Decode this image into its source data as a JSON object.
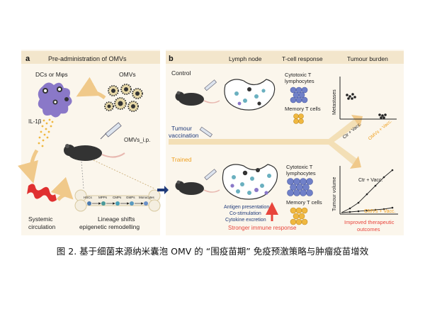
{
  "panel_a": {
    "letter": "a",
    "title": "Pre-administration of OMVs",
    "dcs_label": "DCs or Mφs",
    "omvs_label": "OMVs",
    "il_label": "IL-1β",
    "omvs_ip_label": "OMVs_i.p.",
    "systemic_label_1": "Systemic",
    "systemic_label_2": "circulation",
    "lineage_1": "Lineage shifts",
    "lineage_2": "epigenetic remodelling",
    "bone_stages": [
      "HSCs",
      "MPPs",
      "CMPs",
      "GMPs",
      "Monocytes"
    ]
  },
  "panel_b": {
    "letter": "b",
    "col_lymph": "Lymph node",
    "col_tcell": "T-cell response",
    "col_tumour": "Tumour burden",
    "control": "Control",
    "trained": "Trained",
    "tumour_vacc_1": "Tumour",
    "tumour_vacc_2": "vaccination",
    "cyto_1": "Cytotoxic T",
    "cyto_2": "lymphocytes",
    "memory": "Memory T cells",
    "antigen": "Antigen presentation",
    "costim": "Co-stimulation",
    "cytokine": "Cytokine excretion",
    "stronger": "Stronger immune response",
    "improved_1": "Improved therapeutic",
    "improved_2": "outcomes",
    "metastases_axis": "Metastases",
    "tumour_volume_axis": "Tumour volume",
    "ctr_vacc": "Ctr + Vacc.",
    "omvs_vacc": "OMVs + Vacc.",
    "ctr_vacc_line": "Ctr + Vacc.",
    "omvs_vacc_line": "OMVs + Vacc."
  },
  "colors": {
    "panel_bg": "#fbf6ec",
    "header_bg": "#f3e6cc",
    "arrow_orange": "#f0c98a",
    "red_text": "#e8453c",
    "orange_text": "#f0a020",
    "purple_cell": "#8a78c8",
    "blue_cell": "#7080c8",
    "navy_text": "#1f3a7a"
  },
  "caption": "图 2. 基于细菌来源纳米囊泡 OMV 的 “围疫苗期” 免疫预激策略与肿瘤疫苗增效"
}
